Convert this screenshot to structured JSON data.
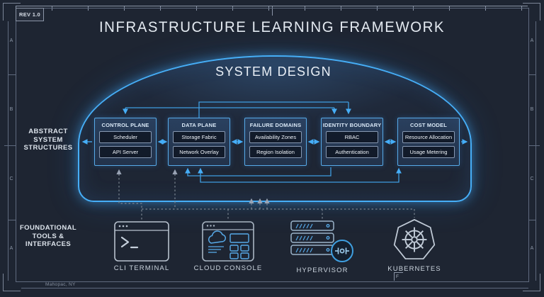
{
  "frame": {
    "rev_label": "REV 1.0",
    "title": "INFRASTRUCTURE LEARNING FRAMEWORK",
    "footer_location": "Mahopac, NY",
    "footer_marker": "F",
    "edge_markers_left": [
      "A",
      "B",
      "C",
      "A"
    ],
    "edge_markers_right": [
      "A",
      "B",
      "C",
      "A"
    ]
  },
  "dome": {
    "label": "SYSTEM DESIGN"
  },
  "section_labels": {
    "abstract": [
      "ABSTRACT",
      "SYSTEM",
      "STRUCTURES"
    ],
    "foundational": [
      "FOUNDATIONAL",
      "TOOLS &",
      "INTERFACES"
    ]
  },
  "modules": [
    {
      "title": "CONTROL PLANE",
      "items": [
        "Scheduler",
        "API Server"
      ]
    },
    {
      "title": "DATA PLANE",
      "items": [
        "Storage Fabric",
        "Network Overlay"
      ]
    },
    {
      "title": "FAILURE DOMAINS",
      "items": [
        "Availability Zones",
        "Region Isolation"
      ]
    },
    {
      "title": "IDENTITY BOUNDARY",
      "items": [
        "RBAC",
        "Authentication"
      ]
    },
    {
      "title": "COST MODEL",
      "items": [
        "Resource Allocation",
        "Usage Metering"
      ]
    }
  ],
  "tools": [
    {
      "label": "CLI TERMINAL",
      "icon": "terminal-window-icon"
    },
    {
      "label": "CLOUD CONSOLE",
      "icon": "cloud-dashboard-icon"
    },
    {
      "label": "HYPERVISOR",
      "icon": "server-stack-icon"
    },
    {
      "label": "KUBERNETES",
      "icon": "kubernetes-helm-icon"
    }
  ],
  "colors": {
    "background": "#1e2532",
    "accent_blue": "#46aef7",
    "line_gray": "#8b95a7",
    "text_light": "#dfe6ee"
  }
}
